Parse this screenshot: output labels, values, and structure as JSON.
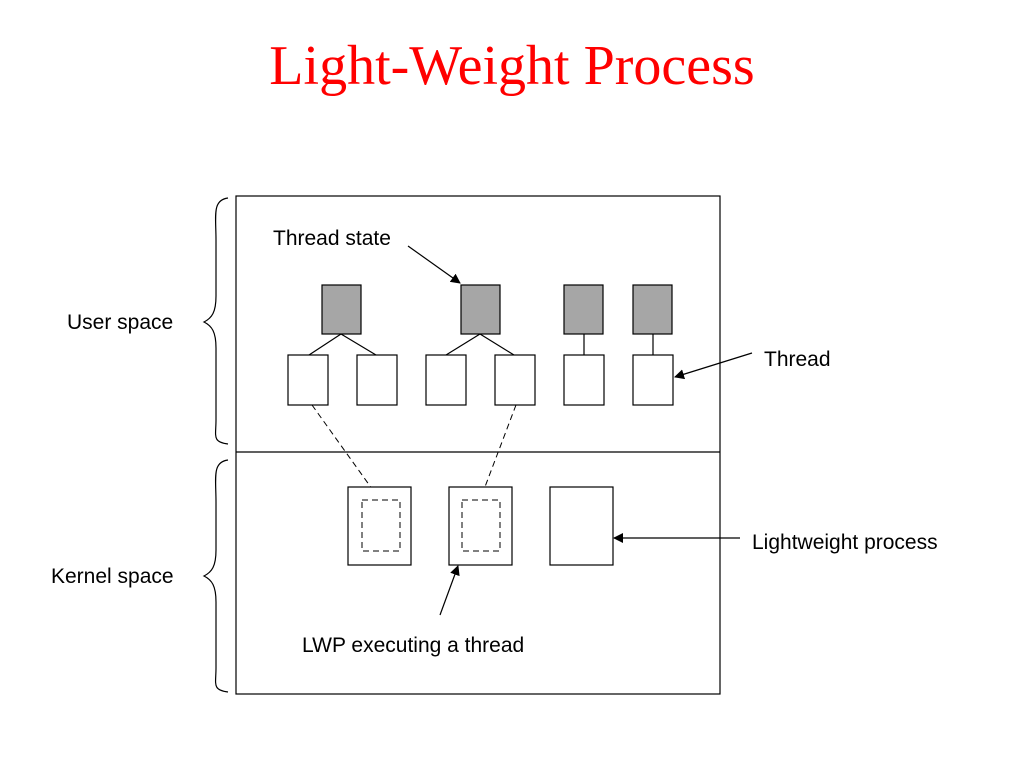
{
  "title": "Light-Weight Process",
  "colors": {
    "title": "#ff0000",
    "background": "#ffffff",
    "line": "#000000",
    "thread_state_fill": "#a6a6a6"
  },
  "labels": {
    "user_space": "User space",
    "kernel_space": "Kernel space",
    "thread_state": "Thread state",
    "thread": "Thread",
    "lightweight_process": "Lightweight process",
    "lwp_executing": "LWP executing a thread"
  }
}
